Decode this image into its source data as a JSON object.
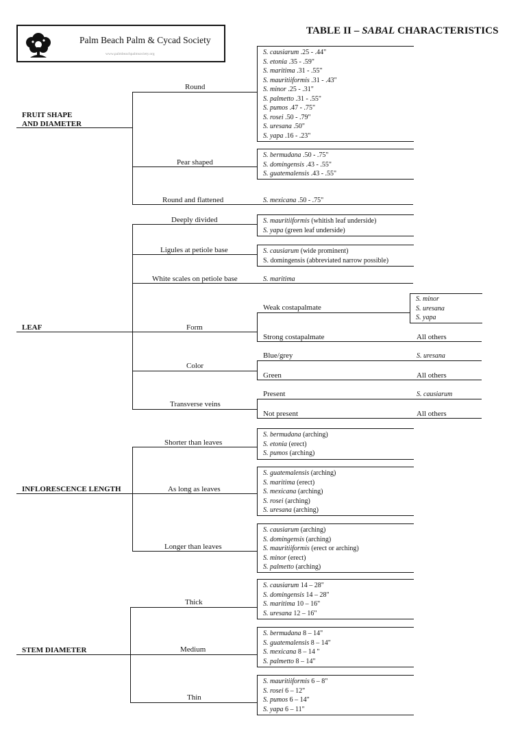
{
  "header": {
    "society_name": "Palm Beach Palm & Cycad Society",
    "society_sub": "www.palmbeachpalmsociety.org",
    "title_prefix": "TABLE II – ",
    "title_italic": "SABAL",
    "title_suffix": " CHARACTERISTICS"
  },
  "categories": {
    "fruit": [
      "FRUIT SHAPE",
      "AND DIAMETER"
    ],
    "leaf": "LEAF",
    "inflorescence": "INFLORESCENCE LENGTH",
    "stem": "STEM DIAMETER"
  },
  "fruit": {
    "round": {
      "label": "Round",
      "species": [
        {
          "name": "S. causiarum",
          "value": ".25 - .44\""
        },
        {
          "name": "S. etonia",
          "value": ".35 - .59\""
        },
        {
          "name": "S. maritima",
          "value": ".31 - .55\""
        },
        {
          "name": "S. mauritiiformis",
          "value": ".31 - .43\""
        },
        {
          "name": "S. minor",
          "value": ".25 - .31\""
        },
        {
          "name": "S. palmetto",
          "value": ".31 - .55\""
        },
        {
          "name": "S. pumos",
          "value": ".47 - .75\""
        },
        {
          "name": "S. rosei",
          "value": ".50 - .79\""
        },
        {
          "name": "S. uresana",
          "value": ".50\""
        },
        {
          "name": "S. yapa",
          "value": ".16 - .23\""
        }
      ]
    },
    "pear": {
      "label": "Pear shaped",
      "species": [
        {
          "name": "S. bermudana",
          "value": ".50 - .75\""
        },
        {
          "name": "S. domingensis",
          "value": ".43 - .55\""
        },
        {
          "name": "S. guatemalensis",
          "value": ".43 - .55\""
        }
      ]
    },
    "flat": {
      "label": "Round and flattened",
      "species": [
        {
          "name": "S. mexicana",
          "value": ".50 - .75\""
        }
      ]
    }
  },
  "leaf": {
    "divided": {
      "label": "Deeply divided",
      "species": [
        {
          "name": "S. mauritiiformis",
          "value": "(whitish leaf underside)"
        },
        {
          "name": "S. yapa",
          "value": "(green leaf underside)"
        }
      ]
    },
    "ligules": {
      "label": "Ligules at petiole base",
      "species": [
        {
          "name": "S. causiarum",
          "value": "(wide prominent)"
        },
        {
          "name": "",
          "value": "S. domingensis (abbreviated narrow possible)"
        }
      ]
    },
    "scales": {
      "label": "White scales on petiole base",
      "species": [
        {
          "name": "S. maritima",
          "value": ""
        }
      ]
    },
    "form": {
      "label": "Form",
      "weak": "Weak costapalmate",
      "weak_species": [
        "S. minor",
        "S. uresana",
        "S. yapa"
      ],
      "strong": "Strong costapalmate",
      "strong_species": "All others"
    },
    "color": {
      "label": "Color",
      "blue": "Blue/grey",
      "blue_species": "S. uresana",
      "green": "Green",
      "green_species": "All others"
    },
    "veins": {
      "label": "Transverse veins",
      "present": "Present",
      "present_species": "S. causiarum",
      "absent": "Not present",
      "absent_species": "All others"
    }
  },
  "inflorescence": {
    "shorter": {
      "label": "Shorter than leaves",
      "species": [
        {
          "name": "S. bermudana",
          "value": "(arching)"
        },
        {
          "name": "S. etonia",
          "value": "(erect)"
        },
        {
          "name": "S. pumos",
          "value": "(arching)"
        }
      ]
    },
    "as_long": {
      "label": "As long as leaves",
      "species": [
        {
          "name": "S. guatemalensis",
          "value": "(arching)"
        },
        {
          "name": "S. maritima",
          "value": "(erect)"
        },
        {
          "name": "S. mexicana",
          "value": "(arching)"
        },
        {
          "name": "S. rosei",
          "value": "(arching)"
        },
        {
          "name": "S. uresana",
          "value": "(arching)"
        }
      ]
    },
    "longer": {
      "label": "Longer than leaves",
      "species": [
        {
          "name": "S. causiarum",
          "value": "(arching)"
        },
        {
          "name": "S. domingensis",
          "value": "(arching)"
        },
        {
          "name": "S. mauritiiformis",
          "value": "(erect or arching)"
        },
        {
          "name": "S. minor",
          "value": "(erect)"
        },
        {
          "name": "S. palmetto",
          "value": "(arching)"
        }
      ]
    }
  },
  "stem": {
    "thick": {
      "label": "Thick",
      "species": [
        {
          "name": "S. causiarum",
          "value": "14 – 28\""
        },
        {
          "name": "S. domingensis",
          "value": "14 – 28\""
        },
        {
          "name": "S. maritima",
          "value": "10 – 16\""
        },
        {
          "name": "S. uresana",
          "value": "12 – 16\""
        }
      ]
    },
    "medium": {
      "label": "Medium",
      "species": [
        {
          "name": "S. bermudana",
          "value": "8 – 14\""
        },
        {
          "name": "S. guatemalensis",
          "value": "8 – 14\""
        },
        {
          "name": "S. mexicana",
          "value": "8 – 14 \""
        },
        {
          "name": "S. palmetto",
          "value": "8 – 14\""
        }
      ]
    },
    "thin": {
      "label": "Thin",
      "species": [
        {
          "name": "S. mauritiiformis",
          "value": "6 – 8\""
        },
        {
          "name": "S. rosei",
          "value": "6 – 12\""
        },
        {
          "name": "S. pumos",
          "value": "6 – 14\""
        },
        {
          "name": "S. yapa",
          "value": "6 – 11\""
        }
      ]
    }
  }
}
